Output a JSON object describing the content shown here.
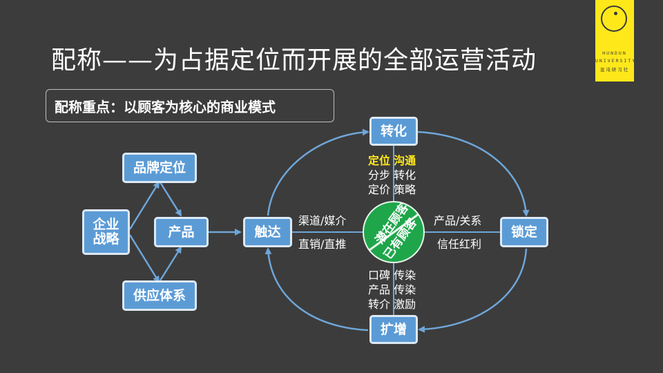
{
  "title": "配称——为占据定位而开展的全部运营活动",
  "subtitle": "配称重点：以顾客为核心的商业模式",
  "logo": {
    "line1": "HUNDUN",
    "line2": "UNIVERSITY",
    "line3": "混沌研习社"
  },
  "nodes": {
    "strategy": "企业\n战略",
    "brand": "品牌定位",
    "product": "产品",
    "supply": "供应体系",
    "reach": "触达",
    "convert": "转化",
    "lock": "锁定",
    "expand": "扩增"
  },
  "labels": {
    "top_line1_a": "定位",
    "top_line1_b": "沟通",
    "top_line2": "分步 转化",
    "top_line3": "定价 策略",
    "left_top": "渠道/媒介",
    "left_bottom": "直销/直推",
    "right_top": "产品/关系",
    "right_bottom": "信任红利",
    "bottom_line1": "口碑 传染",
    "bottom_line2": "产品 传染",
    "bottom_line3": "转介 激励"
  },
  "hub": {
    "upper": "潜在顾客",
    "lower": "已有顾客"
  },
  "colors": {
    "background": "#3c3c3c",
    "node_fill": "#5b9bd5",
    "node_border": "#dde9f5",
    "arrow": "#6fa6d8",
    "hub_green": "#1fa64a",
    "highlight": "#ffe81a"
  }
}
